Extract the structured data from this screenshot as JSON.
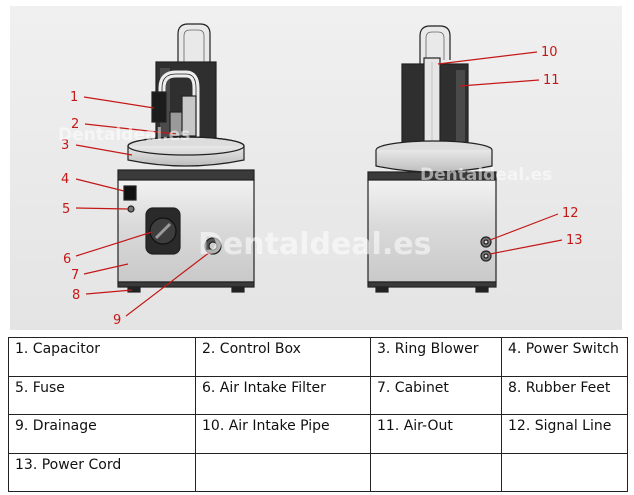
{
  "diagram": {
    "callouts": [
      "1",
      "2",
      "3",
      "4",
      "5",
      "6",
      "7",
      "8",
      "9",
      "10",
      "11",
      "12",
      "13"
    ],
    "colors": {
      "callout": "#c41818",
      "background": "#ececec",
      "housing_light": "#dcdcdc",
      "housing_dark": "#3a3a3a",
      "outline": "#222222"
    },
    "watermark": "Dentaldeal.es"
  },
  "legend": {
    "rows": [
      [
        "1. Capacitor",
        "2. Control Box",
        "3. Ring Blower",
        "4. Power Switch"
      ],
      [
        "5. Fuse",
        "6. Air Intake Filter",
        "7. Cabinet",
        "8. Rubber Feet"
      ],
      [
        "9. Drainage",
        "10. Air Intake Pipe",
        "11. Air-Out",
        "12. Signal Line"
      ],
      [
        "13. Power Cord",
        "",
        "",
        ""
      ]
    ]
  }
}
